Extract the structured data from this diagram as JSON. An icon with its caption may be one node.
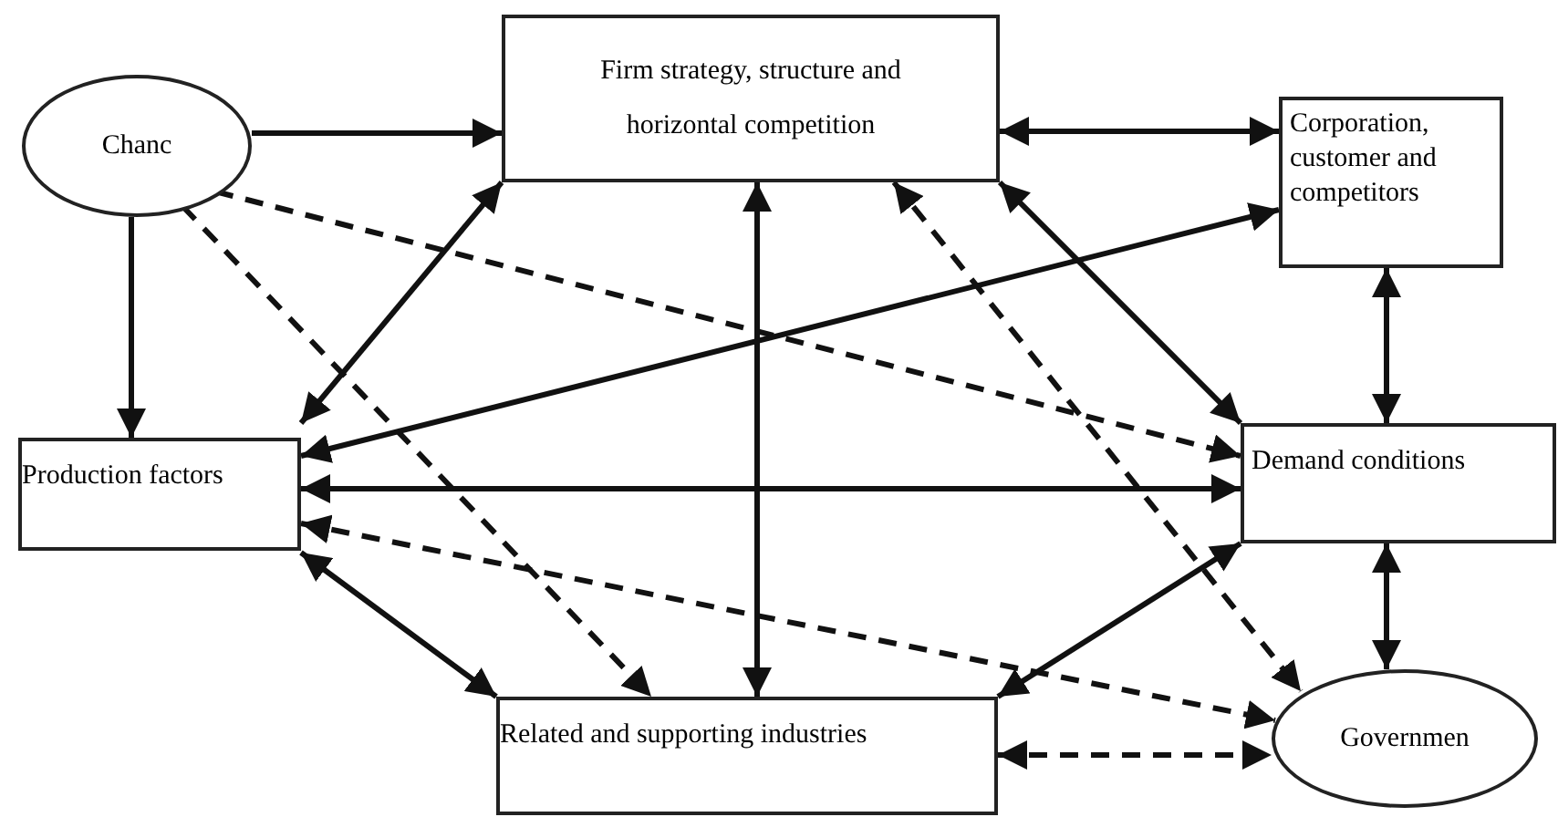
{
  "diagram": {
    "nodes": [
      {
        "text": [
          "Chanc"
        ]
      },
      {
        "text": [
          "Firm strategy, structure and horizontal competition"
        ]
      },
      {
        "text": [
          "Corporation, customer and competitors"
        ]
      },
      {
        "text": [
          "Production factors"
        ]
      },
      {
        "text": [
          "Demand conditions"
        ]
      },
      {
        "text": [
          "Related and supporting industries"
        ]
      },
      {
        "text": [
          "Governmen"
        ]
      }
    ],
    "edges": [
      {
        "from": 0,
        "to": 1,
        "arrow": "to"
      },
      {
        "from": 0,
        "to": 3,
        "arrow": "to"
      },
      {
        "from": 0,
        "to": 4,
        "arrow": "to",
        "style": "dashed"
      },
      {
        "from": 0,
        "to": 5,
        "arrow": "to",
        "style": "dashed"
      },
      {
        "from": 3,
        "to": 1,
        "arrow": "both"
      },
      {
        "from": 1,
        "to": 2,
        "arrow": "both"
      },
      {
        "from": 2,
        "to": 3,
        "arrow": "both"
      },
      {
        "from": 1,
        "to": 5,
        "arrow": "both"
      },
      {
        "from": 1,
        "to": 6,
        "arrow": "both",
        "style": "dashed"
      },
      {
        "from": 1,
        "to": 4,
        "arrow": "both"
      },
      {
        "from": 2,
        "to": 4,
        "arrow": "both"
      },
      {
        "from": 3,
        "to": 4,
        "arrow": "both"
      },
      {
        "from": 3,
        "to": 6,
        "arrow": "both",
        "style": "dashed"
      },
      {
        "from": 3,
        "to": 5,
        "arrow": "both"
      },
      {
        "from": 5,
        "to": 4,
        "arrow": "both"
      },
      {
        "from": 5,
        "to": 6,
        "arrow": "both",
        "style": "dashed"
      },
      {
        "from": 4,
        "to": 6,
        "arrow": "both"
      }
    ]
  }
}
